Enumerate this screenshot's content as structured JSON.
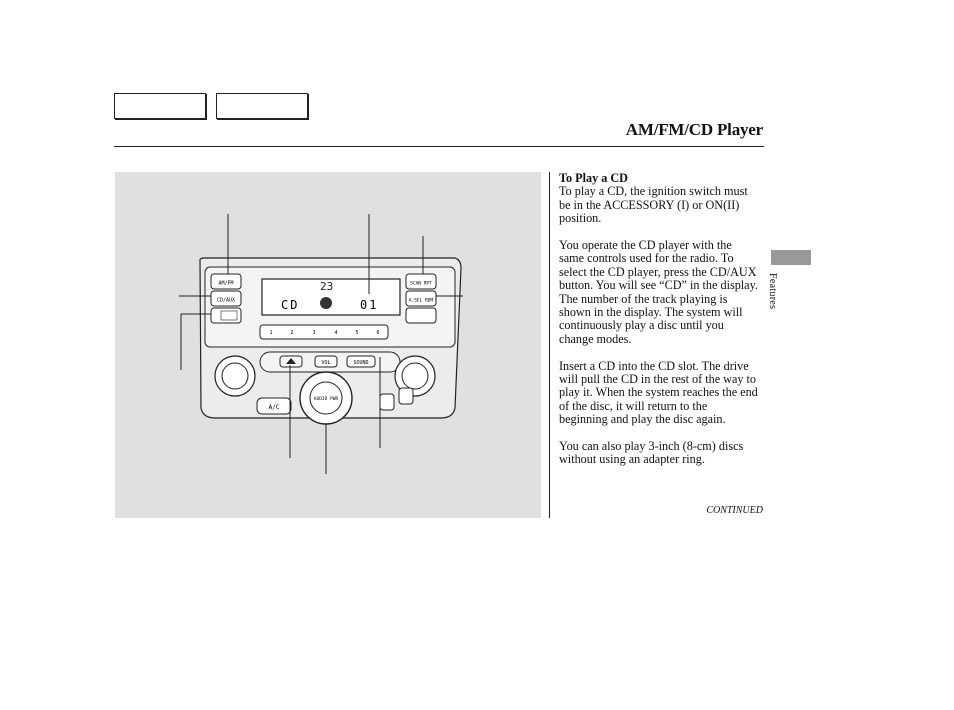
{
  "header": {
    "title": "AM/FM/CD Player"
  },
  "side_tab": {
    "label": "Features"
  },
  "content": {
    "heading": "To Play a CD",
    "paragraphs": [
      "To play a CD, the ignition switch must be in the ACCESSORY (I) or ON(II) position.",
      "You operate the CD player with the same controls used for the radio. To select the CD player, press the CD/AUX button. You will see “CD” in the display. The number of the track playing is shown in the display. The system will continuously play a disc until you change modes.",
      "Insert a CD into the CD slot. The drive will pull the CD in the rest of the way to play it. When the system reaches the end of the disc, it will return to the beginning and play the disc again.",
      "You can also play 3-inch (8-cm) discs without using an adapter ring."
    ],
    "continued": "CONTINUED"
  },
  "radio": {
    "display_cd": "CD",
    "display_track": "01",
    "display_disc_number": "23",
    "buttons": {
      "am_fm": "AM/FM",
      "cd_aux": "CD/AUX",
      "scan_rpt": "SCAN RPT",
      "a_sel_rdm": "A.SEL RDM",
      "vol": "VOL",
      "sound": "SOUND",
      "audio_pwr": "AUDIO PWR",
      "ac": "A/C"
    },
    "presets": [
      "1",
      "2",
      "3",
      "4",
      "5",
      "6"
    ]
  }
}
